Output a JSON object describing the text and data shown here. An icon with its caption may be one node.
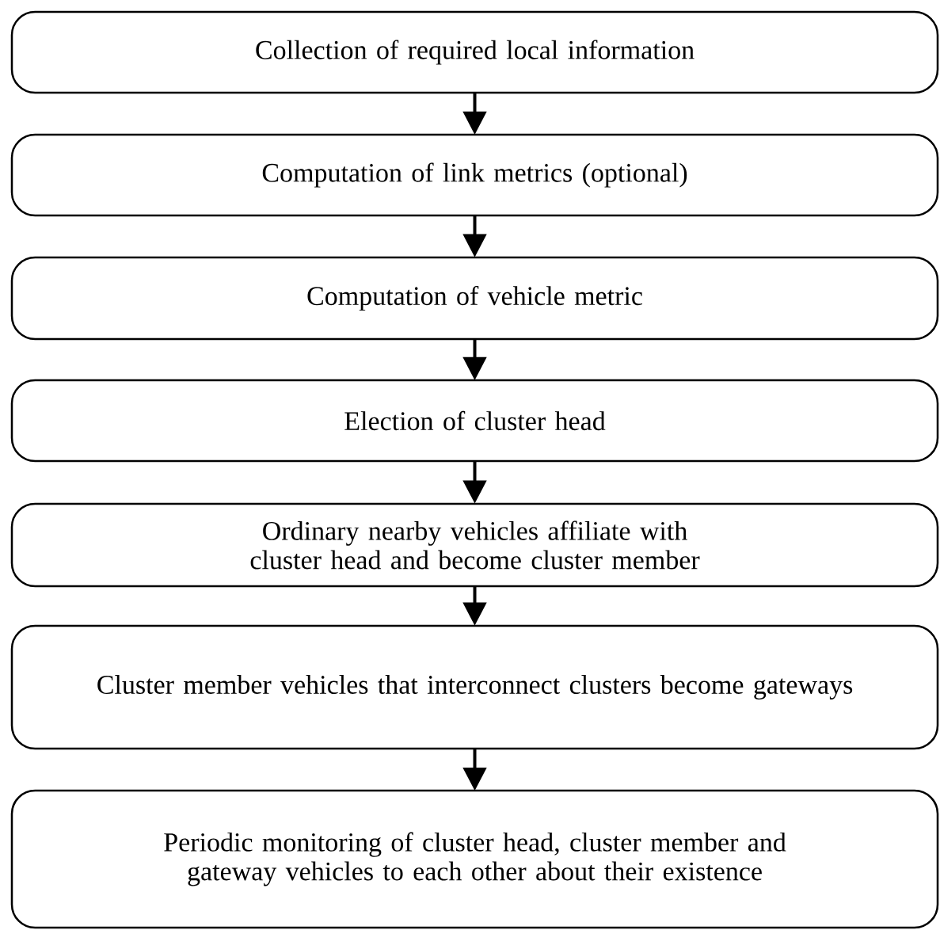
{
  "diagram": {
    "nodes": [
      {
        "text": [
          "Collection of required local information"
        ]
      },
      {
        "text": [
          "Computation of link metrics (optional)"
        ]
      },
      {
        "text": [
          "Computation of vehicle metric"
        ]
      },
      {
        "text": [
          "Election of cluster head"
        ]
      },
      {
        "text": [
          "Ordinary nearby vehicles affiliate with cluster head and become cluster member"
        ]
      },
      {
        "text": [
          "Cluster member vehicles that interconnect clusters become gateways"
        ]
      },
      {
        "text": [
          "Periodic monitoring of cluster head, cluster member and gateway vehicles to each other about their existence"
        ]
      }
    ],
    "edges": [
      {
        "from": 0,
        "to": 1,
        "arrow": "to"
      },
      {
        "from": 1,
        "to": 2,
        "arrow": "to"
      },
      {
        "from": 2,
        "to": 3,
        "arrow": "to"
      },
      {
        "from": 3,
        "to": 4,
        "arrow": "to"
      },
      {
        "from": 4,
        "to": 5,
        "arrow": "to"
      },
      {
        "from": 5,
        "to": 6,
        "arrow": "to"
      }
    ]
  }
}
